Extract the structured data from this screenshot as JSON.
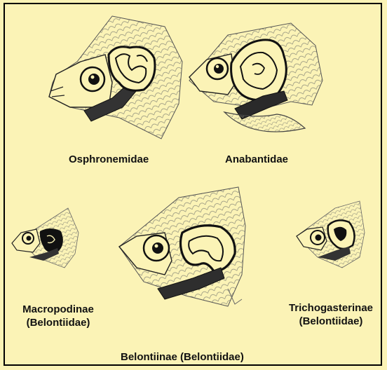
{
  "figure": {
    "labels": {
      "osphronemidae": "Osphronemidae",
      "anabantidae": "Anabantidae",
      "macropodinae_1": "Macropodinae",
      "macropodinae_2": "(Belontiidae)",
      "belontiinae": "Belontiinae (Belontiidae)",
      "trichogasterinae_1": "Trichogasterinae",
      "trichogasterinae_2": "(Belontiidae)"
    },
    "colors": {
      "background": "#fbf3b6",
      "ink": "#111111"
    }
  }
}
